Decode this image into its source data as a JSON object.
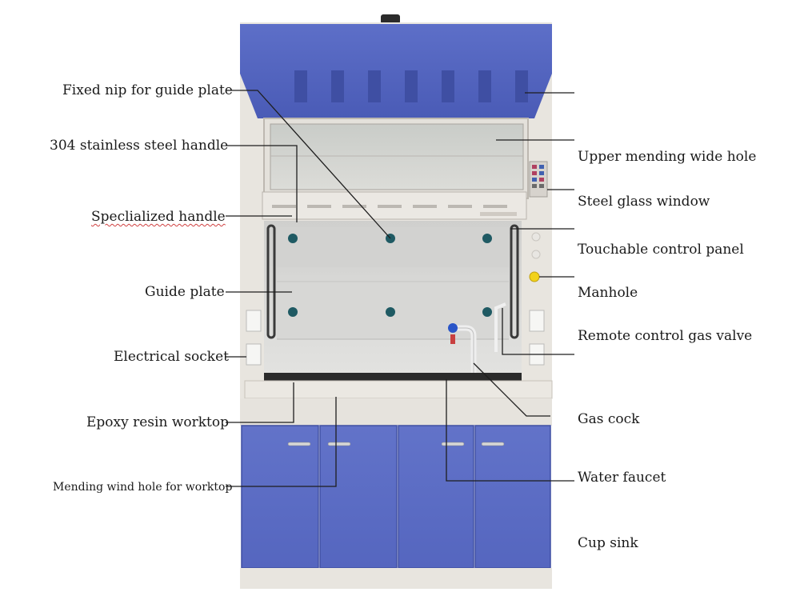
{
  "labels_left": [
    {
      "id": "fixed-nip",
      "text": "Fixed nip for guide plate"
    },
    {
      "id": "steel-handle",
      "text": "304 stainless  steel handle"
    },
    {
      "id": "specialized-handle",
      "text": "Speclialized handle"
    },
    {
      "id": "guide-plate",
      "text": "Guide plate"
    },
    {
      "id": "electrical-socket",
      "text": "Electrical socket"
    },
    {
      "id": "epoxy-worktop",
      "text": "Epoxy resin worktop"
    },
    {
      "id": "mending-wind-hole",
      "text": "Mending wind hole for worktop"
    }
  ],
  "labels_right": [
    {
      "id": "upper-mending",
      "text": "Upper mending wide hole"
    },
    {
      "id": "steel-glass",
      "text": "Steel glass window"
    },
    {
      "id": "control-panel",
      "text": "Touchable control panel"
    },
    {
      "id": "manhole",
      "text": "Manhole"
    },
    {
      "id": "gas-valve",
      "text": "Remote control gas valve"
    },
    {
      "id": "gas-cock",
      "text": "Gas cock"
    },
    {
      "id": "water-faucet",
      "text": "Water faucet"
    },
    {
      "id": "cup-sink",
      "text": "Cup sink"
    }
  ],
  "colors": {
    "cabinet_blue": "#5a6cc4",
    "cabinet_blue_dark": "#4657b0",
    "cabinet_frame": "#e6e2dc",
    "interior": "#d8d8d6",
    "worktop": "#2a2a2a",
    "leader_line": "#222222",
    "bolt": "#1f5a63"
  }
}
